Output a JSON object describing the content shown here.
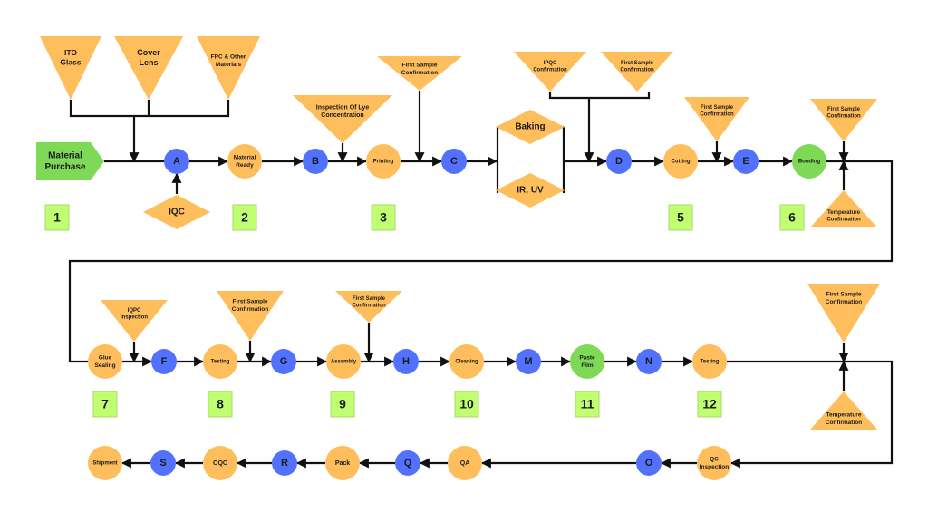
{
  "colors": {
    "orange": "#FFBE5C",
    "blue": "#5271FF",
    "green": "#7ED957",
    "badge": "#C1FF72",
    "badge_border": "#A8D96A",
    "line": "#111111"
  },
  "diagram": {
    "title": "",
    "start": {
      "id": "start",
      "label": [
        "Material",
        "Purchase"
      ],
      "shape": "pentagon",
      "color": "green"
    },
    "nodes": [
      {
        "id": "A",
        "label": [
          "A"
        ],
        "color": "blue",
        "kind": "checkpoint"
      },
      {
        "id": "material-ready",
        "label": [
          "Material",
          "Ready"
        ],
        "color": "orange",
        "kind": "process"
      },
      {
        "id": "B",
        "label": [
          "B"
        ],
        "color": "blue",
        "kind": "checkpoint"
      },
      {
        "id": "printing",
        "label": [
          "Printing"
        ],
        "color": "orange",
        "kind": "process"
      },
      {
        "id": "C",
        "label": [
          "C"
        ],
        "color": "blue",
        "kind": "checkpoint"
      },
      {
        "id": "baking",
        "label": [
          "Baking"
        ],
        "color": "orange",
        "kind": "decision"
      },
      {
        "id": "ir-uv",
        "label": [
          "IR, UV"
        ],
        "color": "orange",
        "kind": "decision"
      },
      {
        "id": "D",
        "label": [
          "D"
        ],
        "color": "blue",
        "kind": "checkpoint"
      },
      {
        "id": "cutting",
        "label": [
          "Cutting"
        ],
        "color": "orange",
        "kind": "process"
      },
      {
        "id": "E",
        "label": [
          "E"
        ],
        "color": "blue",
        "kind": "checkpoint"
      },
      {
        "id": "bonding",
        "label": [
          "Bonding"
        ],
        "color": "green",
        "kind": "process"
      },
      {
        "id": "glue-sealing",
        "label": [
          "Glue",
          "Sealing"
        ],
        "color": "orange",
        "kind": "process"
      },
      {
        "id": "F",
        "label": [
          "F"
        ],
        "color": "blue",
        "kind": "checkpoint"
      },
      {
        "id": "testing-1",
        "label": [
          "Testing"
        ],
        "color": "orange",
        "kind": "process"
      },
      {
        "id": "G",
        "label": [
          "G"
        ],
        "color": "blue",
        "kind": "checkpoint"
      },
      {
        "id": "assembly",
        "label": [
          "Assembly"
        ],
        "color": "orange",
        "kind": "process"
      },
      {
        "id": "H",
        "label": [
          "H"
        ],
        "color": "blue",
        "kind": "checkpoint"
      },
      {
        "id": "cleaning",
        "label": [
          "Cleaning"
        ],
        "color": "orange",
        "kind": "process"
      },
      {
        "id": "M",
        "label": [
          "M"
        ],
        "color": "blue",
        "kind": "checkpoint"
      },
      {
        "id": "paste-film",
        "label": [
          "Paste",
          "Film"
        ],
        "color": "green",
        "kind": "process"
      },
      {
        "id": "N",
        "label": [
          "N"
        ],
        "color": "blue",
        "kind": "checkpoint"
      },
      {
        "id": "testing-2",
        "label": [
          "Testing"
        ],
        "color": "orange",
        "kind": "process"
      },
      {
        "id": "qc-inspection",
        "label": [
          "QC",
          "Inspection"
        ],
        "color": "orange",
        "kind": "process"
      },
      {
        "id": "O",
        "label": [
          "O"
        ],
        "color": "blue",
        "kind": "checkpoint"
      },
      {
        "id": "qa",
        "label": [
          "QA"
        ],
        "color": "orange",
        "kind": "process"
      },
      {
        "id": "Q",
        "label": [
          "Q"
        ],
        "color": "blue",
        "kind": "checkpoint"
      },
      {
        "id": "pack",
        "label": [
          "Pack"
        ],
        "color": "orange",
        "kind": "process"
      },
      {
        "id": "R",
        "label": [
          "R"
        ],
        "color": "blue",
        "kind": "checkpoint"
      },
      {
        "id": "oqc",
        "label": [
          "OQC"
        ],
        "color": "orange",
        "kind": "process"
      },
      {
        "id": "S",
        "label": [
          "S"
        ],
        "color": "blue",
        "kind": "checkpoint"
      },
      {
        "id": "shipment",
        "label": [
          "Shipment"
        ],
        "color": "orange",
        "kind": "process"
      }
    ],
    "inputs": [
      {
        "id": "ito-glass",
        "label": [
          "ITO",
          "Glass"
        ],
        "feeds": "A"
      },
      {
        "id": "cover-lens",
        "label": [
          "Cover",
          "Lens"
        ],
        "feeds": "A"
      },
      {
        "id": "fpc-other",
        "label": [
          "FPC & Other",
          "Materials"
        ],
        "feeds": "A"
      },
      {
        "id": "iqc",
        "label": [
          "IQC"
        ],
        "feeds": "A",
        "shape": "diamond"
      },
      {
        "id": "lye-inspection",
        "label": [
          "Inspection Of Lye",
          "Concentration"
        ],
        "feeds": "B->printing"
      },
      {
        "id": "fsc-printing",
        "label": [
          "First Sample",
          "Confirmation"
        ],
        "feeds": "printing->C"
      },
      {
        "id": "ipqc-confirmation",
        "label": [
          "IPQC",
          "Confirmation"
        ],
        "feeds": "baking->D"
      },
      {
        "id": "fsc-d",
        "label": [
          "First Sample",
          "Confirmation"
        ],
        "feeds": "baking->D"
      },
      {
        "id": "fsc-cutting",
        "label": [
          "First Sample",
          "Confirmation"
        ],
        "feeds": "cutting->E"
      },
      {
        "id": "fsc-bonding",
        "label": [
          "First Sample",
          "Confirmation"
        ],
        "feeds": "bonding"
      },
      {
        "id": "temp-bonding",
        "label": [
          "Temperature",
          "Confirmation"
        ],
        "feeds": "bonding"
      },
      {
        "id": "iqpc-inspection",
        "label": [
          "IQPC",
          "Inspection"
        ],
        "feeds": "glue-sealing->F"
      },
      {
        "id": "fsc-testing",
        "label": [
          "First Sample",
          "Confirmation"
        ],
        "feeds": "testing-1->G"
      },
      {
        "id": "fsc-assembly",
        "label": [
          "First Sample",
          "Confirmation"
        ],
        "feeds": "assembly->H"
      },
      {
        "id": "fsc-testing-2",
        "label": [
          "First Sample",
          "Confirmation"
        ],
        "feeds": "testing-2"
      },
      {
        "id": "temp-testing-2",
        "label": [
          "Temperature",
          "Confirmation"
        ],
        "feeds": "testing-2"
      }
    ],
    "step_badges": [
      "1",
      "2",
      "3",
      "5",
      "6",
      "7",
      "8",
      "9",
      "10",
      "11",
      "12"
    ]
  }
}
